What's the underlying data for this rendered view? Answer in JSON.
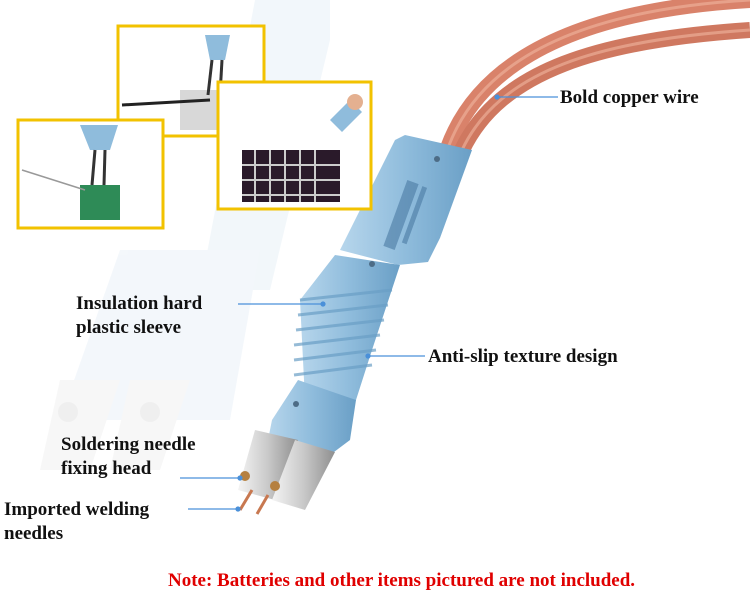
{
  "labels": {
    "copper_wire": "Bold copper wire",
    "sleeve": [
      "Insulation hard",
      "plastic sleeve"
    ],
    "texture": "Anti-slip texture design",
    "fixing_head": [
      "Soldering needle",
      "fixing head"
    ],
    "needles": [
      "Imported welding",
      "needles"
    ]
  },
  "note": "Note: Batteries and other items pictured are not included.",
  "colors": {
    "note": "#e00000",
    "callout_line": "#4a90d9",
    "pen_body": "#8fbcdc",
    "pen_dark": "#6a9fc6",
    "copper": "#d9826a",
    "inset_frame": "#f2c200"
  },
  "icons": {
    "inset_1": "soldering-closeup-photo",
    "inset_2": "battery-pack-welding-photo",
    "inset_3": "circuit-board-welding-photo"
  }
}
